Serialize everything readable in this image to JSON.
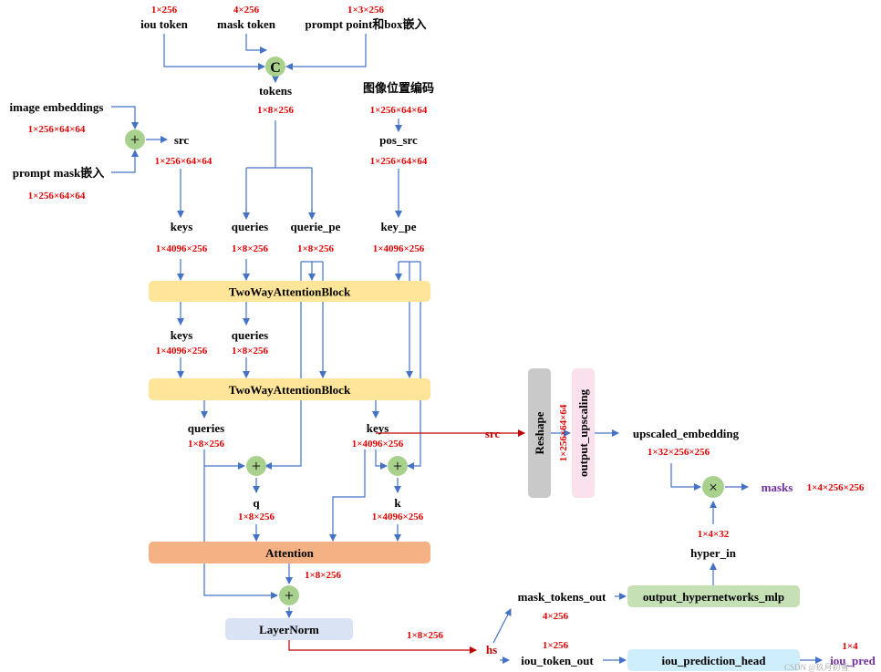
{
  "colors": {
    "arrow_blue": "#4472c4",
    "arrow_red": "#c00000",
    "shape_text_red": "#e00000",
    "output_purple": "#7030a0",
    "block_yellow": "#ffe599",
    "block_orange": "#f4b183",
    "block_lightblue": "#dae3f3",
    "block_green": "#c5e0b4",
    "block_cyan": "#cfeefb",
    "block_gray": "#c9c9c9",
    "block_pink": "#fbe0ee",
    "op_circle": "#a9d18e"
  },
  "top": {
    "iou_token": {
      "label": "iou token",
      "shape": "1×256"
    },
    "mask_token": {
      "label": "mask token",
      "shape": "4×256"
    },
    "prompt_point": {
      "label": "prompt point和box嵌入",
      "shape": "1×3×256"
    },
    "concat_symbol": "C",
    "tokens": {
      "label": "tokens",
      "shape": "1×8×256"
    },
    "pos_encoding": {
      "label": "图像位置编码",
      "shape": "1×256×64×64"
    },
    "pos_src": {
      "label": "pos_src",
      "shape": "1×256×64×64"
    }
  },
  "left": {
    "image_embeddings": {
      "label": "image embeddings",
      "shape": "1×256×64×64"
    },
    "prompt_mask": {
      "label": "prompt mask嵌入",
      "shape": "1×256×64×64"
    },
    "src": {
      "label": "src",
      "shape": "1×256×64×64"
    }
  },
  "row_inputs": {
    "keys": {
      "label": "keys",
      "shape": "1×4096×256"
    },
    "queries": {
      "label": "queries",
      "shape": "1×8×256"
    },
    "querie_pe": {
      "label": "querie_pe",
      "shape": "1×8×256"
    },
    "key_pe": {
      "label": "key_pe",
      "shape": "1×4096×256"
    }
  },
  "blocks": {
    "twoway1": "TwoWayAttentionBlock",
    "twoway2": "TwoWayAttentionBlock",
    "attention": "Attention",
    "layernorm": "LayerNorm",
    "reshape": "Reshape",
    "output_upscaling": "output_upscaling",
    "output_hypernetworks_mlp": "output_hypernetworks_mlp",
    "iou_prediction_head": "iou_prediction_head"
  },
  "mid": {
    "keys2": {
      "label": "keys",
      "shape": "1×4096×256"
    },
    "queries2": {
      "label": "queries",
      "shape": "1×8×256"
    },
    "queries3": {
      "label": "queries",
      "shape": "1×8×256"
    },
    "keys3": {
      "label": "keys",
      "shape": "1×4096×256"
    },
    "q": {
      "label": "q",
      "shape": "1×8×256"
    },
    "k": {
      "label": "k",
      "shape": "1×4096×256"
    },
    "attn_out_shape": "1×8×256",
    "ln_out_shape": "1×8×256"
  },
  "right": {
    "src_label": "src",
    "reshape_shape": "1×256×64×64",
    "upscaled_embedding": {
      "label": "upscaled_embedding",
      "shape": "1×32×256×256"
    },
    "hyper_in": {
      "label": "hyper_in",
      "shape": "1×4×32"
    },
    "masks": {
      "label": "masks",
      "shape": "1×4×256×256"
    },
    "hs_label": "hs",
    "mask_tokens_out": {
      "label": "mask_tokens_out",
      "shape": "4×256"
    },
    "iou_token_out": {
      "label": "iou_token_out",
      "shape": "1×256"
    },
    "iou_pred": {
      "label": "iou_pred",
      "shape": "1×4"
    }
  },
  "ops": {
    "plus": "+",
    "times": "×"
  },
  "watermark": "CSDN @玖月初雪"
}
